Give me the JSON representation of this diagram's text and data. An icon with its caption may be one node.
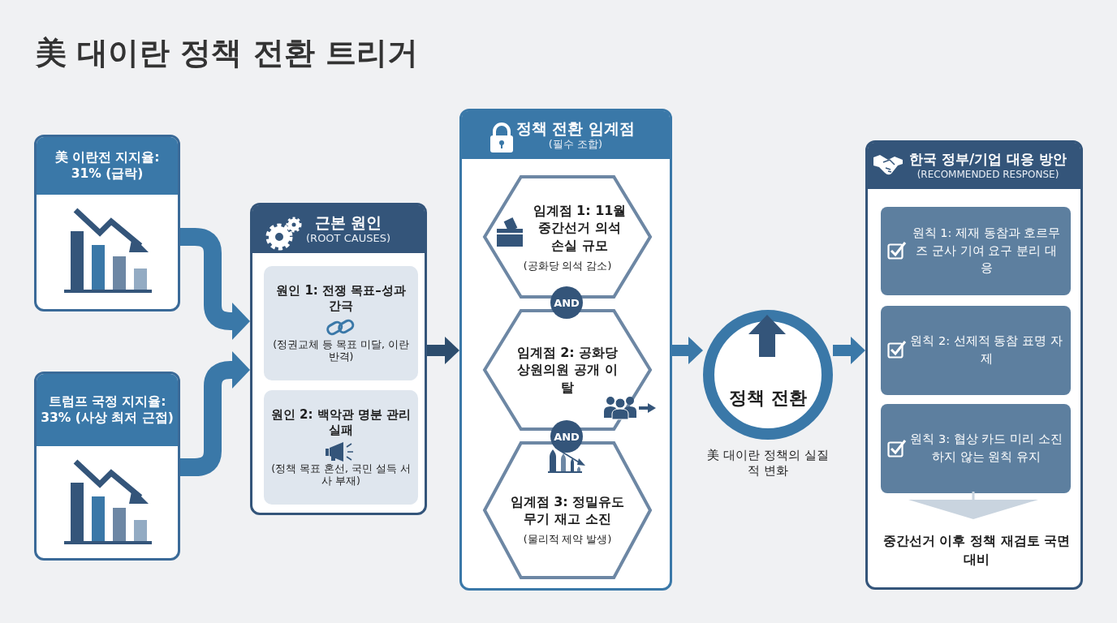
{
  "diagram": {
    "title": "美 대이란 정책 전환 트리거",
    "nodes": [
      {
        "text": [
          "美 이란전 지지율: 31% (급락)"
        ]
      },
      {
        "text": [
          "트럼프 국정 지지율: 33% (사상 최저 근접)"
        ]
      },
      {
        "text": [
          "근본 원인",
          "(ROOT CAUSES)"
        ]
      },
      {
        "text": [
          "원인 1: 전쟁 목표–성과 간극",
          "(정권교체 등 목표 미달, 이란 반격)"
        ],
        "in": 2
      },
      {
        "text": [
          "원인 2: 백악관 명분 관리 실패",
          "(정책 목표 혼선, 국민 설득 서사 부재)"
        ],
        "in": 2
      },
      {
        "text": [
          "정책 전환 임계점",
          "(필수 조합)"
        ]
      },
      {
        "text": [
          "임계점 1: 11월 중간선거 의석 손실 규모",
          "(공화당 의석 감소)"
        ],
        "in": 5
      },
      {
        "text": [
          "AND"
        ],
        "in": 5
      },
      {
        "text": [
          "임계점 2: 공화당 상원의원 공개 이탈"
        ],
        "in": 5
      },
      {
        "text": [
          "AND"
        ],
        "in": 5
      },
      {
        "text": [
          "임계점 3: 정밀유도무기 재고 소진",
          "(물리적 제약 발생)"
        ],
        "in": 5
      },
      {
        "text": [
          "정책 전환"
        ],
        "beside": [
          "美 대이란 정책의 실질적 변화"
        ]
      },
      {
        "text": [
          "한국 정부/기업 대응 방안",
          "(RECOMMENDED RESPONSE)"
        ]
      },
      {
        "text": [
          "원칙 1: 제재 동참과 호르무즈 군사 기여 요구 분리 대응"
        ],
        "in": 12
      },
      {
        "text": [
          "원칙 2: 선제적 동참 표명 자제"
        ],
        "in": 12
      },
      {
        "text": [
          "원칙 3: 협상 카드 미리 소진하지 않는 원칙 유지"
        ],
        "in": 12
      },
      {
        "text": [
          "중간선거 이후 정책 재검토 국면 대비"
        ],
        "in": 12
      }
    ],
    "edges": [
      {
        "from": 0,
        "to": 2,
        "arrow": "to"
      },
      {
        "from": 1,
        "to": 2,
        "arrow": "to"
      },
      {
        "from": 2,
        "to": 5,
        "arrow": "to",
        "color": "#2d4d6d"
      },
      {
        "from": 5,
        "to": 11,
        "arrow": "to"
      },
      {
        "from": 11,
        "to": 12,
        "arrow": "to"
      },
      {
        "from": 15,
        "to": 16,
        "arrow": "to",
        "color": "#c9d4df"
      }
    ]
  }
}
